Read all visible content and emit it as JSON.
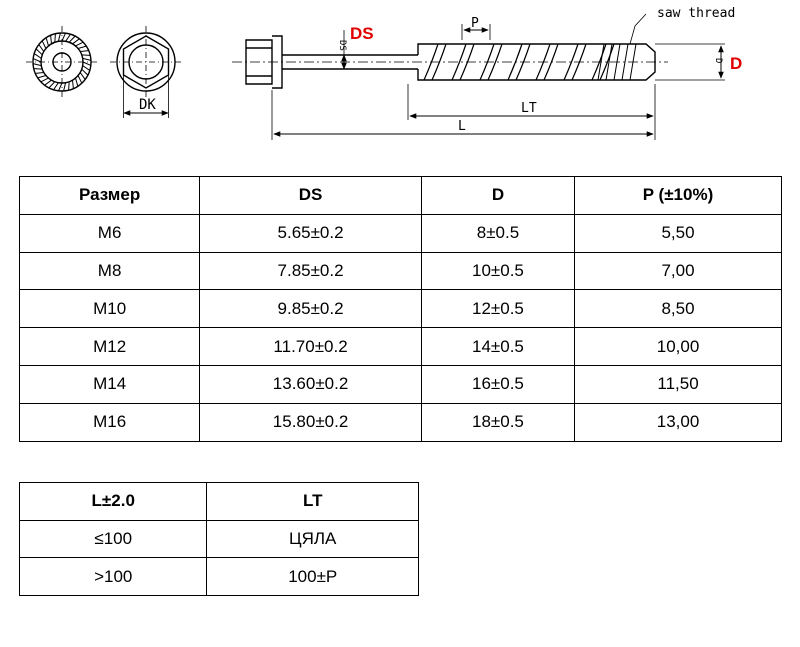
{
  "drawing": {
    "label_ds": "DS",
    "label_d": "D",
    "label_dk": "DK",
    "label_p": "P",
    "label_lt": "LT",
    "label_l": "L",
    "label_saw": "saw thread",
    "small_ds": "DS",
    "small_d": "D",
    "accent_color": "#e00000"
  },
  "main_table": {
    "headers": [
      "Размер",
      "DS",
      "D",
      "P (±10%)"
    ],
    "rows": [
      [
        "M6",
        "5.65±0.2",
        "8±0.5",
        "5,50"
      ],
      [
        "M8",
        "7.85±0.2",
        "10±0.5",
        "7,00"
      ],
      [
        "M10",
        "9.85±0.2",
        "12±0.5",
        "8,50"
      ],
      [
        "M12",
        "11.70±0.2",
        "14±0.5",
        "10,00"
      ],
      [
        "M14",
        "13.60±0.2",
        "16±0.5",
        "11,50"
      ],
      [
        "M16",
        "15.80±0.2",
        "18±0.5",
        "13,00"
      ]
    ]
  },
  "length_table": {
    "headers": [
      "L±2.0",
      "LT"
    ],
    "rows": [
      [
        "≤100",
        "ЦЯЛА"
      ],
      [
        ">100",
        "100±P"
      ]
    ]
  }
}
